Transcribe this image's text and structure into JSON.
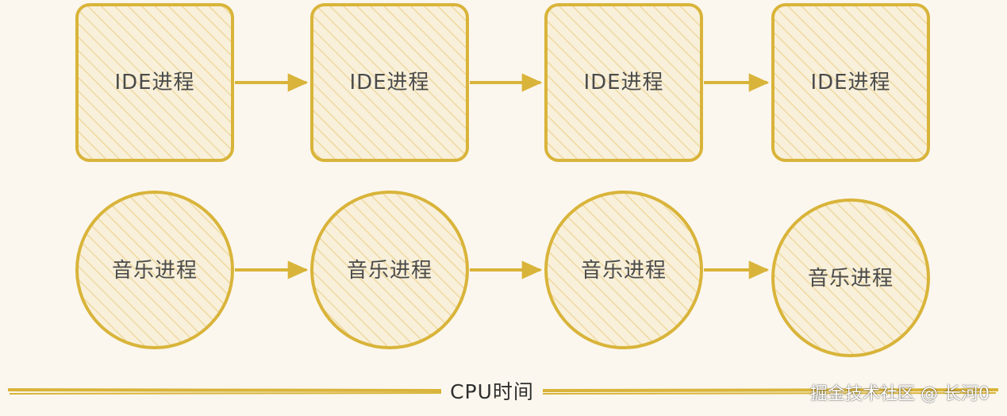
{
  "colors": {
    "background": "#FBF7EE",
    "stroke": "#D9B43A",
    "fill": "#F8F0DA",
    "hatch": "#EFD9A0",
    "text": "#4b4b4b"
  },
  "ide_row": {
    "nodes": [
      {
        "label": "IDE进程"
      },
      {
        "label": "IDE进程"
      },
      {
        "label": "IDE进程"
      },
      {
        "label": "IDE进程"
      }
    ]
  },
  "music_row": {
    "nodes": [
      {
        "label": "音乐进程"
      },
      {
        "label": "音乐进程"
      },
      {
        "label": "音乐进程"
      },
      {
        "label": "音乐进程"
      }
    ]
  },
  "timeline": {
    "label": "CPU时间"
  },
  "watermark": "掘金技术社区 @ 长河0"
}
